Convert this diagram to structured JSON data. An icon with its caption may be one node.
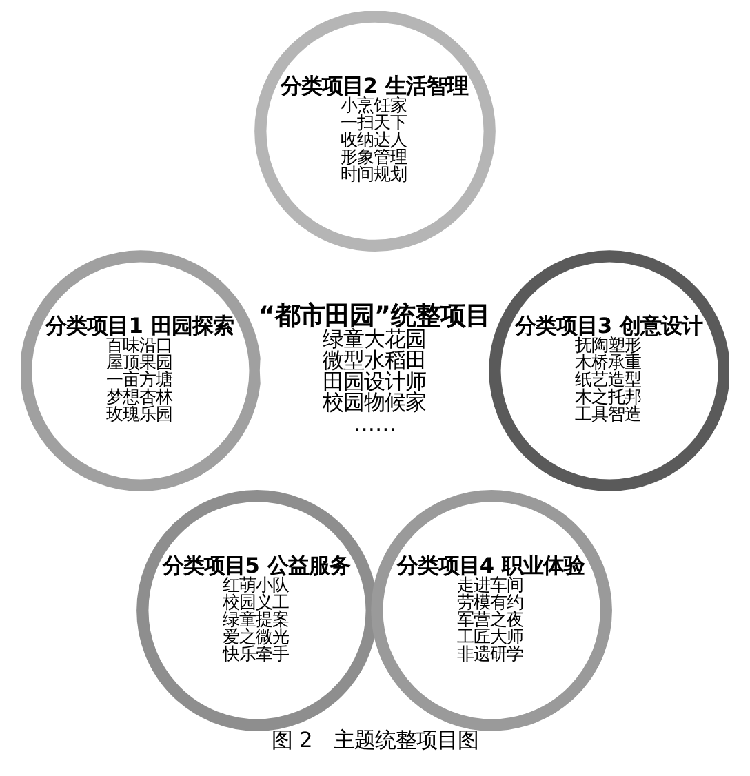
{
  "diagram": {
    "caption": "图 2　主题统整项目图",
    "nodes": [
      {
        "text": [
          "分类项目2 生活智理",
          "小烹饪家",
          "一扫天下",
          "收纳达人",
          "形象管理",
          "时间规划"
        ]
      },
      {
        "text": [
          "分类项目1 田园探索",
          "百味沿口",
          "屋顶果园",
          "一亩方塘",
          "梦想杏林",
          "玫瑰乐园"
        ]
      },
      {
        "text": [
          "“都市田园”统整项目",
          "绿童大花园",
          "微型水稻田",
          "田园设计师",
          "校园物候家",
          "……"
        ]
      },
      {
        "text": [
          "分类项目3 创意设计",
          "抚陶塑形",
          "木桥承重",
          "纸艺造型",
          "木之托邦",
          "工具智造"
        ]
      },
      {
        "text": [
          "分类项目5 公益服务",
          "红萌小队",
          "校园义工",
          "绿童提案",
          "爱之微光",
          "快乐牵手"
        ]
      },
      {
        "text": [
          "分类项目4 职业体验",
          "走进车间",
          "劳模有约",
          "军营之夜",
          "工匠大师",
          "非遗研学"
        ]
      }
    ]
  }
}
